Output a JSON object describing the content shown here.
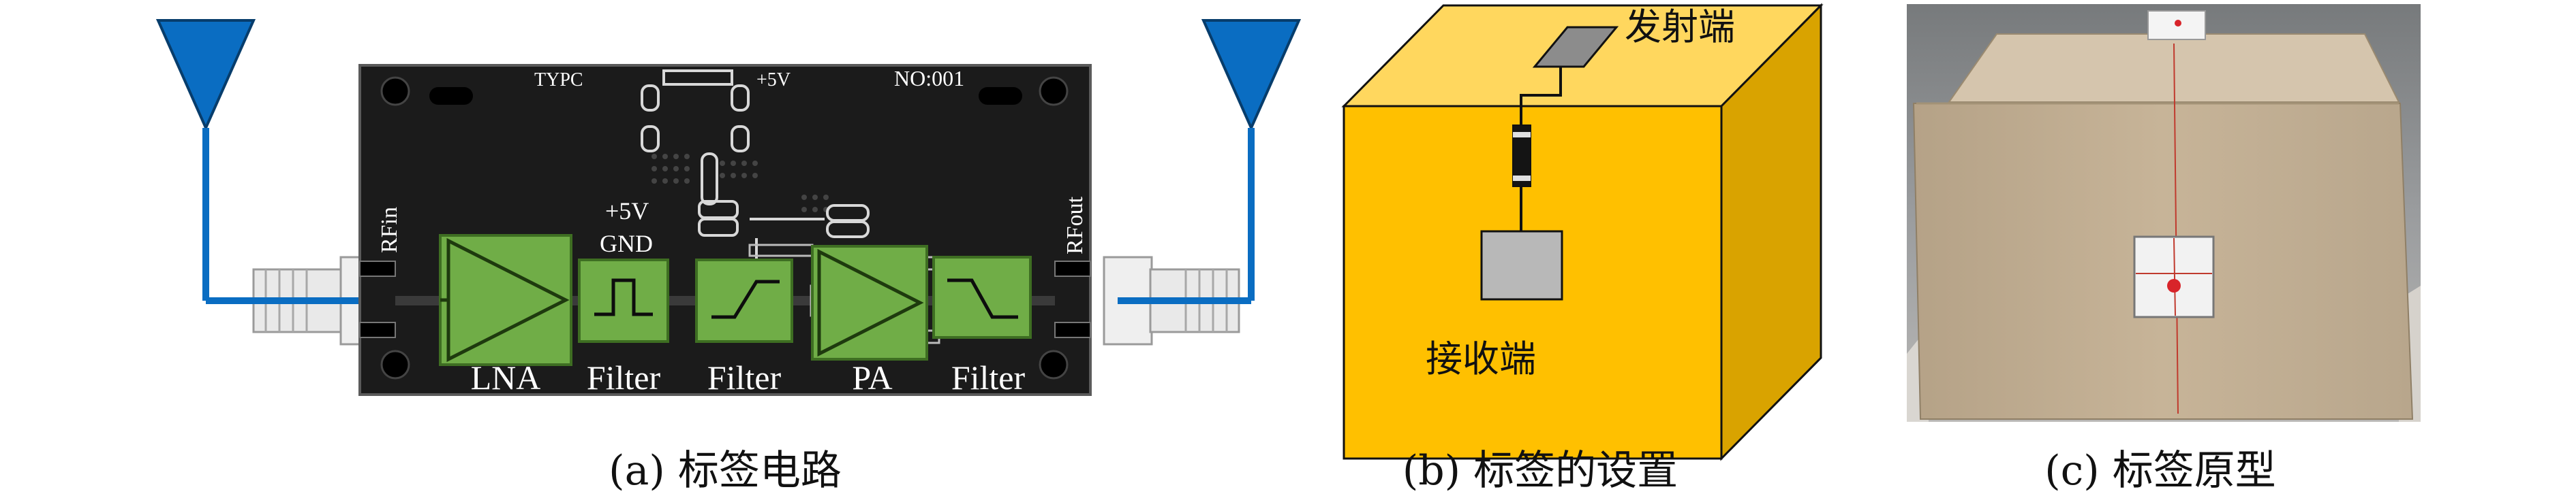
{
  "panel_a": {
    "caption": "(a) 标签电路",
    "silkscreen": {
      "typc": "TYPC",
      "plus5v_top": "+5V",
      "board_no": "NO:001",
      "plus5v_mid": "+5V",
      "gnd": "GND",
      "rfin": "RFin",
      "rfout": "RFout"
    },
    "blocks": {
      "lna": "LNA",
      "filter1": "Filter",
      "filter2": "Filter",
      "pa": "PA",
      "filter3": "Filter"
    },
    "colors": {
      "block_green": "#70ad47",
      "board": "#1b1b1b",
      "antenna_blue": "#0a6dc2"
    }
  },
  "panel_b": {
    "caption": "(b) 标签的设置",
    "transmit_label": "发射端",
    "receive_label": "接收端",
    "colors": {
      "box_front": "#ffc000",
      "box_side": "#d9a300",
      "box_top": "#ffd75e"
    }
  },
  "panel_c": {
    "caption": "(c) 标签原型"
  }
}
